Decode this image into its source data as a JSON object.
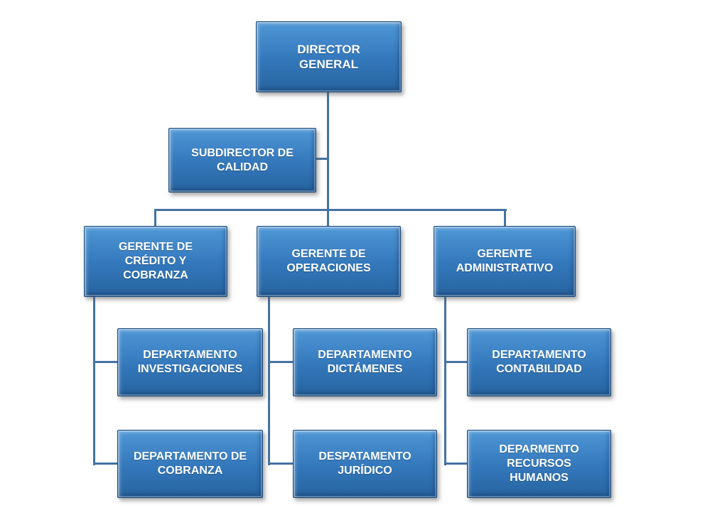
{
  "page": {
    "background": "#ffffff"
  },
  "org_chart": {
    "colors": {
      "box_top": "#4f97d6",
      "box_mid": "#3377bb",
      "box_bottom": "#27649f",
      "box_border": "#1c4a77",
      "connector": "#4472a4",
      "text": "#ffffff"
    },
    "nodes": {
      "director": {
        "label": "DIRECTOR\nGENERAL"
      },
      "subdirector": {
        "label": "SUBDIRECTOR DE\nCALIDAD"
      },
      "gerente_credito": {
        "label": "GERENTE DE\nCRÉDITO Y\nCOBRANZA"
      },
      "gerente_operaciones": {
        "label": "GERENTE DE\nOPERACIONES"
      },
      "gerente_administrativo": {
        "label": "GERENTE\nADMINISTRATIVO"
      },
      "depto_investigaciones": {
        "label": "DEPARTAMENTO\nINVESTIGACIONES"
      },
      "depto_dictamenes": {
        "label": "DEPARTAMENTO\nDICTÁMENES"
      },
      "depto_contabilidad": {
        "label": "DEPARTAMENTO\nCONTABILIDAD"
      },
      "depto_cobranza": {
        "label": "DEPARTAMENTO DE\nCOBRANZA"
      },
      "depto_juridico": {
        "label": "DESPATAMENTO\nJURÍDICO"
      },
      "depto_recursos_humanos": {
        "label": "DEPARMENTO\nRECURSOS\nHUMANOS"
      }
    },
    "edges": [
      {
        "from": "director",
        "to": "subdirector"
      },
      {
        "from": "director",
        "to": "gerente_credito"
      },
      {
        "from": "director",
        "to": "gerente_operaciones"
      },
      {
        "from": "director",
        "to": "gerente_administrativo"
      },
      {
        "from": "gerente_credito",
        "to": "depto_investigaciones"
      },
      {
        "from": "gerente_credito",
        "to": "depto_cobranza"
      },
      {
        "from": "gerente_operaciones",
        "to": "depto_dictamenes"
      },
      {
        "from": "gerente_operaciones",
        "to": "depto_juridico"
      },
      {
        "from": "gerente_administrativo",
        "to": "depto_contabilidad"
      },
      {
        "from": "gerente_administrativo",
        "to": "depto_recursos_humanos"
      }
    ]
  }
}
